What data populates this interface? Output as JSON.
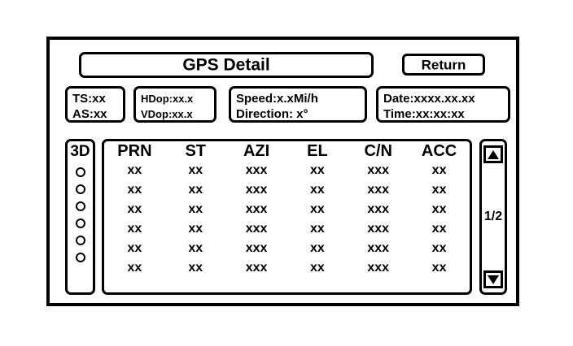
{
  "screen": {
    "title": "GPS Detail",
    "return_label": "Return"
  },
  "status": {
    "ts_line": "TS:xx",
    "as_line": "AS:xx",
    "hdop_line": "HDop:xx.x",
    "vdop_line": "VDop:xx.x",
    "speed_line": "Speed:x.xMi/h",
    "direction_line": "Direction: x°",
    "date_line": "Date:xxxx.xx.xx",
    "time_line": "Time:xx:xx:xx"
  },
  "fix": {
    "label": "3D",
    "indicator_count": 6
  },
  "table": {
    "headers": [
      "PRN",
      "ST",
      "AZI",
      "EL",
      "C/N",
      "ACC"
    ],
    "rows": [
      [
        "xx",
        "xx",
        "xxx",
        "xx",
        "xxx",
        "xx"
      ],
      [
        "xx",
        "xx",
        "xxx",
        "xx",
        "xxx",
        "xx"
      ],
      [
        "xx",
        "xx",
        "xxx",
        "xx",
        "xxx",
        "xx"
      ],
      [
        "xx",
        "xx",
        "xxx",
        "xx",
        "xxx",
        "xx"
      ],
      [
        "xx",
        "xx",
        "xxx",
        "xx",
        "xxx",
        "xx"
      ],
      [
        "xx",
        "xx",
        "xxx",
        "xx",
        "xxx",
        "xx"
      ]
    ]
  },
  "pagination": {
    "page_indicator": "1/2",
    "up_icon": "triangle-up-icon",
    "down_icon": "triangle-down-icon"
  },
  "colors": {
    "foreground": "#000000",
    "background": "#ffffff"
  }
}
